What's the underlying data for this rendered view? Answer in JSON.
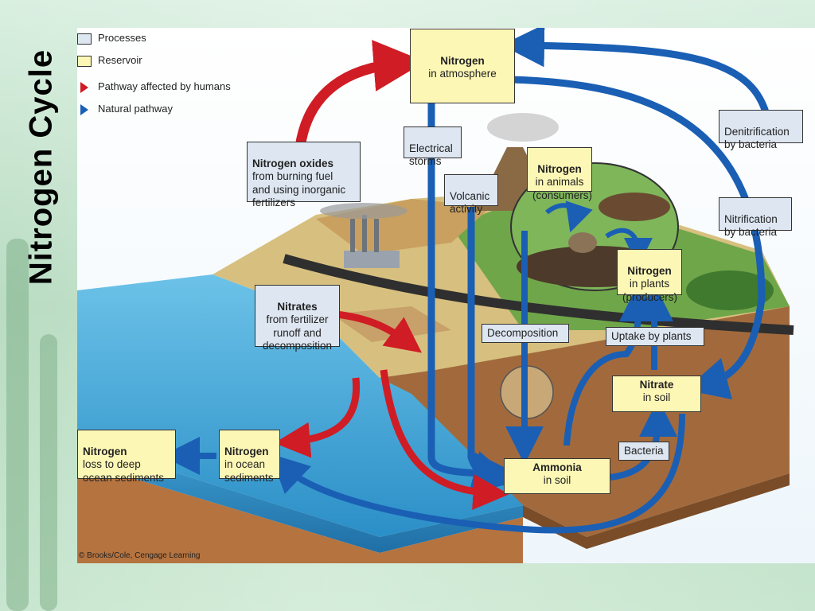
{
  "slide": {
    "title": "Nitrogen Cycle"
  },
  "legend": {
    "processes": "Processes",
    "reservoir": "Reservoir",
    "human": "Pathway affected by humans",
    "natural": "Natural pathway"
  },
  "colors": {
    "human_pathway": "#d01c24",
    "natural_pathway": "#1a5fb4",
    "process_fill": "#dde6f1",
    "reservoir_fill": "#fdf7b6",
    "ocean": "#3ea3d6",
    "soil": "#a06a3e"
  },
  "reservoirs": {
    "atmosphere": {
      "title": "Nitrogen",
      "sub": "in atmosphere"
    },
    "animals": {
      "title": "Nitrogen",
      "sub": "in animals\n(consumers)"
    },
    "plants": {
      "title": "Nitrogen",
      "sub": "in plants\n(producers)"
    },
    "nitrate": {
      "title": "Nitrate",
      "sub": "in soil"
    },
    "ammonia": {
      "title": "Ammonia",
      "sub": "in soil"
    },
    "ocean": {
      "title": "Nitrogen",
      "sub": "in ocean\nsediments"
    },
    "deep": {
      "title": "Nitrogen",
      "sub": "loss to deep\nocean sediments"
    }
  },
  "processes": {
    "oxides": {
      "title": "Nitrogen oxides",
      "sub": "from burning fuel\nand using inorganic\nfertilizers"
    },
    "electrical": {
      "text": "Electrical\nstorms"
    },
    "volcanic": {
      "text": "Volcanic\nactivity"
    },
    "denitrification": {
      "text": "Denitrification\nby bacteria"
    },
    "nitrification": {
      "text": "Nitrification\nby bacteria"
    },
    "nitrates": {
      "title": "Nitrates",
      "sub": "from fertilizer\nrunoff and\ndecomposition"
    },
    "decomposition": {
      "text": "Decomposition"
    },
    "uptake": {
      "text": "Uptake by plants"
    },
    "bacteria": {
      "text": "Bacteria"
    }
  },
  "credit": "© Brooks/Cole, Cengage Learning"
}
